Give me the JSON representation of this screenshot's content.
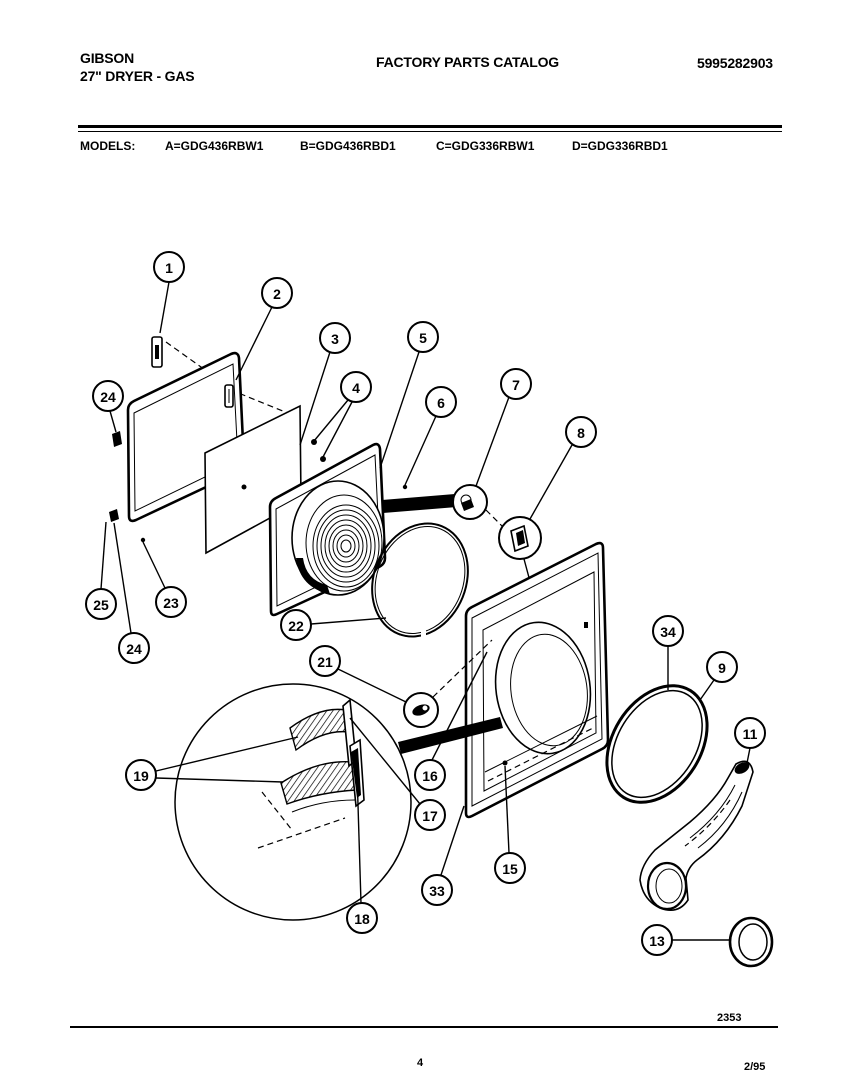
{
  "header": {
    "brand": "GIBSON",
    "product": "27\" DRYER - GAS",
    "catalog_title": "FACTORY PARTS CATALOG",
    "catalog_number": "5995282903"
  },
  "models": {
    "label": "MODELS:",
    "items": [
      "A=GDG436RBW1",
      "B=GDG436RBD1",
      "C=GDG336RBW1",
      "D=GDG336RBD1"
    ]
  },
  "diagram": {
    "callouts": [
      "1",
      "2",
      "3",
      "4",
      "5",
      "6",
      "7",
      "8",
      "24",
      "25",
      "23",
      "24",
      "22",
      "21",
      "19",
      "17",
      "18",
      "16",
      "15",
      "33",
      "34",
      "9",
      "11",
      "13"
    ]
  },
  "footer": {
    "drawing_number": "2353",
    "page_number": "4",
    "date": "2/95"
  }
}
